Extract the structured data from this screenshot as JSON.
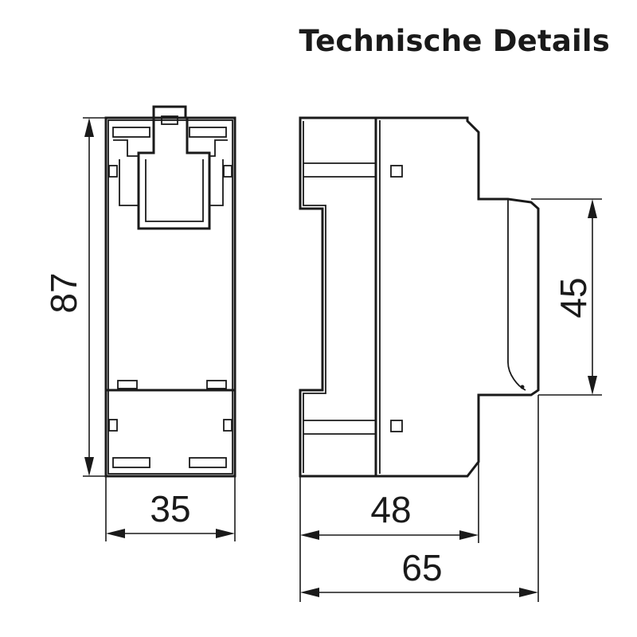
{
  "title": "Technische Details",
  "dimensions": {
    "height": "87",
    "front_width": "35",
    "body_depth": "48",
    "total_depth": "65",
    "front_height": "45"
  }
}
